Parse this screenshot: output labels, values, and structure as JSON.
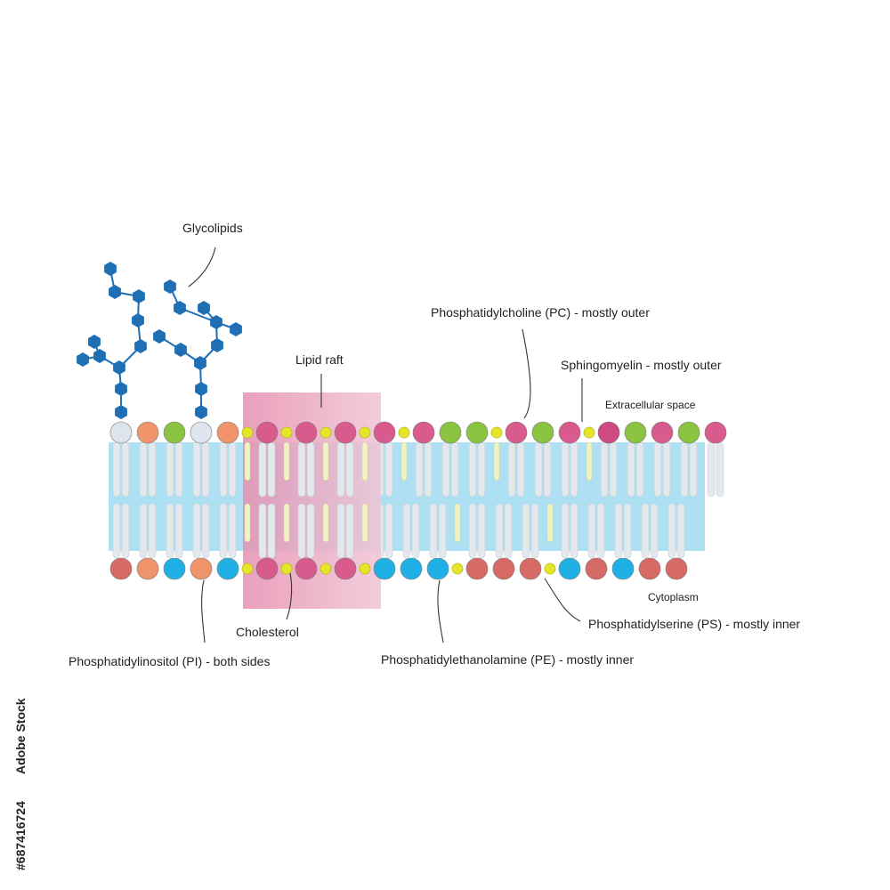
{
  "labels": {
    "glycolipids": "Glycolipids",
    "lipid_raft": "Lipid raft",
    "pc": "Phosphatidylcholine (PC) - mostly outer",
    "sphingomyelin": "Sphingomyelin - mostly outer",
    "extracellular": "Extracellular space",
    "cytoplasm": "Cytoplasm",
    "ps": "Phosphatidylserine (PS) - mostly inner",
    "cholesterol": "Cholesterol",
    "pi": "Phosphatidylinositol (PI) - both sides",
    "pe": "Phosphatidylethanolamine (PE) - mostly inner"
  },
  "stock_id": "#687416724",
  "stock_brand": "Adobe Stock",
  "colors": {
    "pc": "#d95b8e",
    "sphingomyelin": "#cf4a82",
    "pe": "#1fb1e6",
    "ps": "#d86a66",
    "pi": "#f0956b",
    "neutral": "#8bc441",
    "glycolipid_head": "#dfe5ee",
    "cholesterol": "#e5e52a",
    "sugar": "#1f6fb5",
    "membrane_core": "#aee0f3",
    "tail": "#e3e8ec",
    "raft": "#e59ab4"
  },
  "outer_leaflet": [
    "glyco",
    "pi",
    "neutral",
    "glyco",
    "pi",
    "chol",
    "pc",
    "chol",
    "pc",
    "chol",
    "pc",
    "chol",
    "pc",
    "chol",
    "pc",
    "neutral",
    "neutral",
    "chol",
    "pc",
    "neutral",
    "pc",
    "chol",
    "sm",
    "neutral",
    "pc",
    "neutral",
    "pc"
  ],
  "inner_leaflet": [
    "ps",
    "pi",
    "pe",
    "pi",
    "pe",
    "chol",
    "pc",
    "chol",
    "pc",
    "chol",
    "pc",
    "chol",
    "pe",
    "pe",
    "pe",
    "chol",
    "ps",
    "ps",
    "ps",
    "chol",
    "pe",
    "ps",
    "pe",
    "ps",
    "ps"
  ]
}
